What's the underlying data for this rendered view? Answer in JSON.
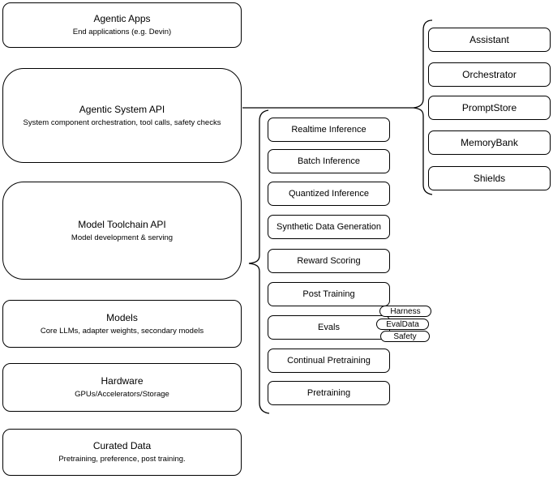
{
  "diagram": {
    "background": "#ffffff",
    "stroke_color": "#000000",
    "text_color": "#000000",
    "stack": [
      {
        "title": "Agentic Apps",
        "subtitle": "End applications (e.g. Devin)"
      },
      {
        "title": "Agentic System API",
        "subtitle": "System component orchestration, tool calls, safety checks"
      },
      {
        "title": "Model Toolchain API",
        "subtitle": "Model development & serving"
      },
      {
        "title": "Models",
        "subtitle": "Core LLMs, adapter weights, secondary models"
      },
      {
        "title": "Hardware",
        "subtitle": "GPUs/Accelerators/Storage"
      },
      {
        "title": "Curated Data",
        "subtitle": "Pretraining, preference, post training."
      }
    ],
    "toolchain_services": [
      "Realtime Inference",
      "Batch Inference",
      "Quantized Inference",
      "Synthetic Data Generation",
      "Reward Scoring",
      "Post Training",
      "Evals",
      "Continual Pretraining",
      "Pretraining"
    ],
    "eval_tags": [
      "Harness",
      "EvalData",
      "Safety"
    ],
    "system_components": [
      "Assistant",
      "Orchestrator",
      "PromptStore",
      "MemoryBank",
      "Shields"
    ]
  }
}
